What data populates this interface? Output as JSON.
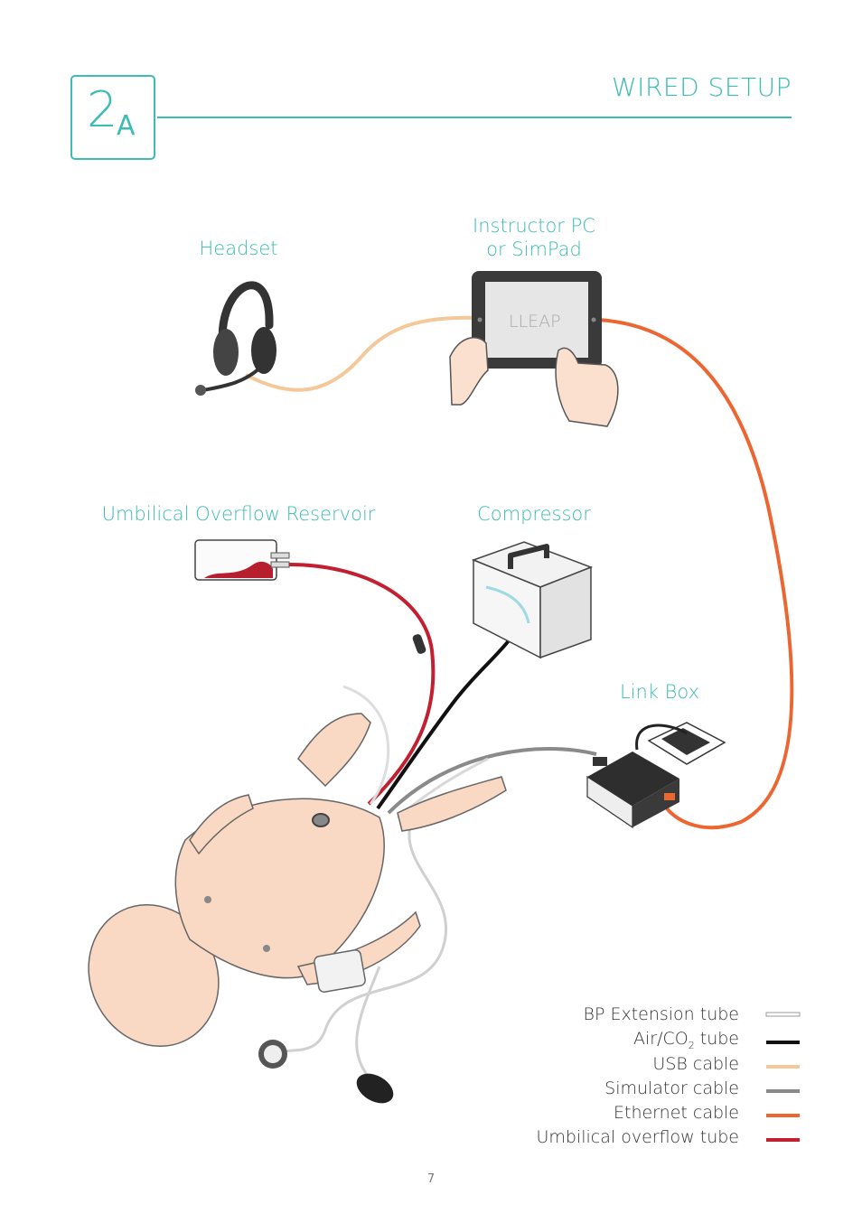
{
  "header": {
    "badge_number": "2",
    "badge_letter": "A",
    "title": "WIRED SETUP"
  },
  "labels": {
    "headset": "Headset",
    "instructor_pc_line1": "Instructor PC",
    "instructor_pc_line2": "or SimPad",
    "tablet_screen": "LLEAP",
    "reservoir": "Umbilical Overflow Reservoir",
    "compressor": "Compressor",
    "link_box": "Link Box"
  },
  "legend": [
    {
      "label": "BP Extension tube",
      "color": "#e8e8e8"
    },
    {
      "label_main": "Air/CO",
      "label_sub": "2",
      "label_tail": " tube",
      "color": "#111111"
    },
    {
      "label": "USB cable",
      "color": "#f5c89a"
    },
    {
      "label": "Simulator cable",
      "color": "#8a8a8a"
    },
    {
      "label": "Ethernet cable",
      "color": "#ec6631"
    },
    {
      "label": "Umbilical overflow tube",
      "color": "#c21f30"
    }
  ],
  "page_number": "7",
  "colors": {
    "accent": "#3cbcb3",
    "usb": "#f5c89a",
    "ethernet": "#ec6631",
    "umbilical": "#c21f30",
    "air": "#111111",
    "simulator": "#8a8a8a",
    "skin": "#f9d9c3"
  }
}
